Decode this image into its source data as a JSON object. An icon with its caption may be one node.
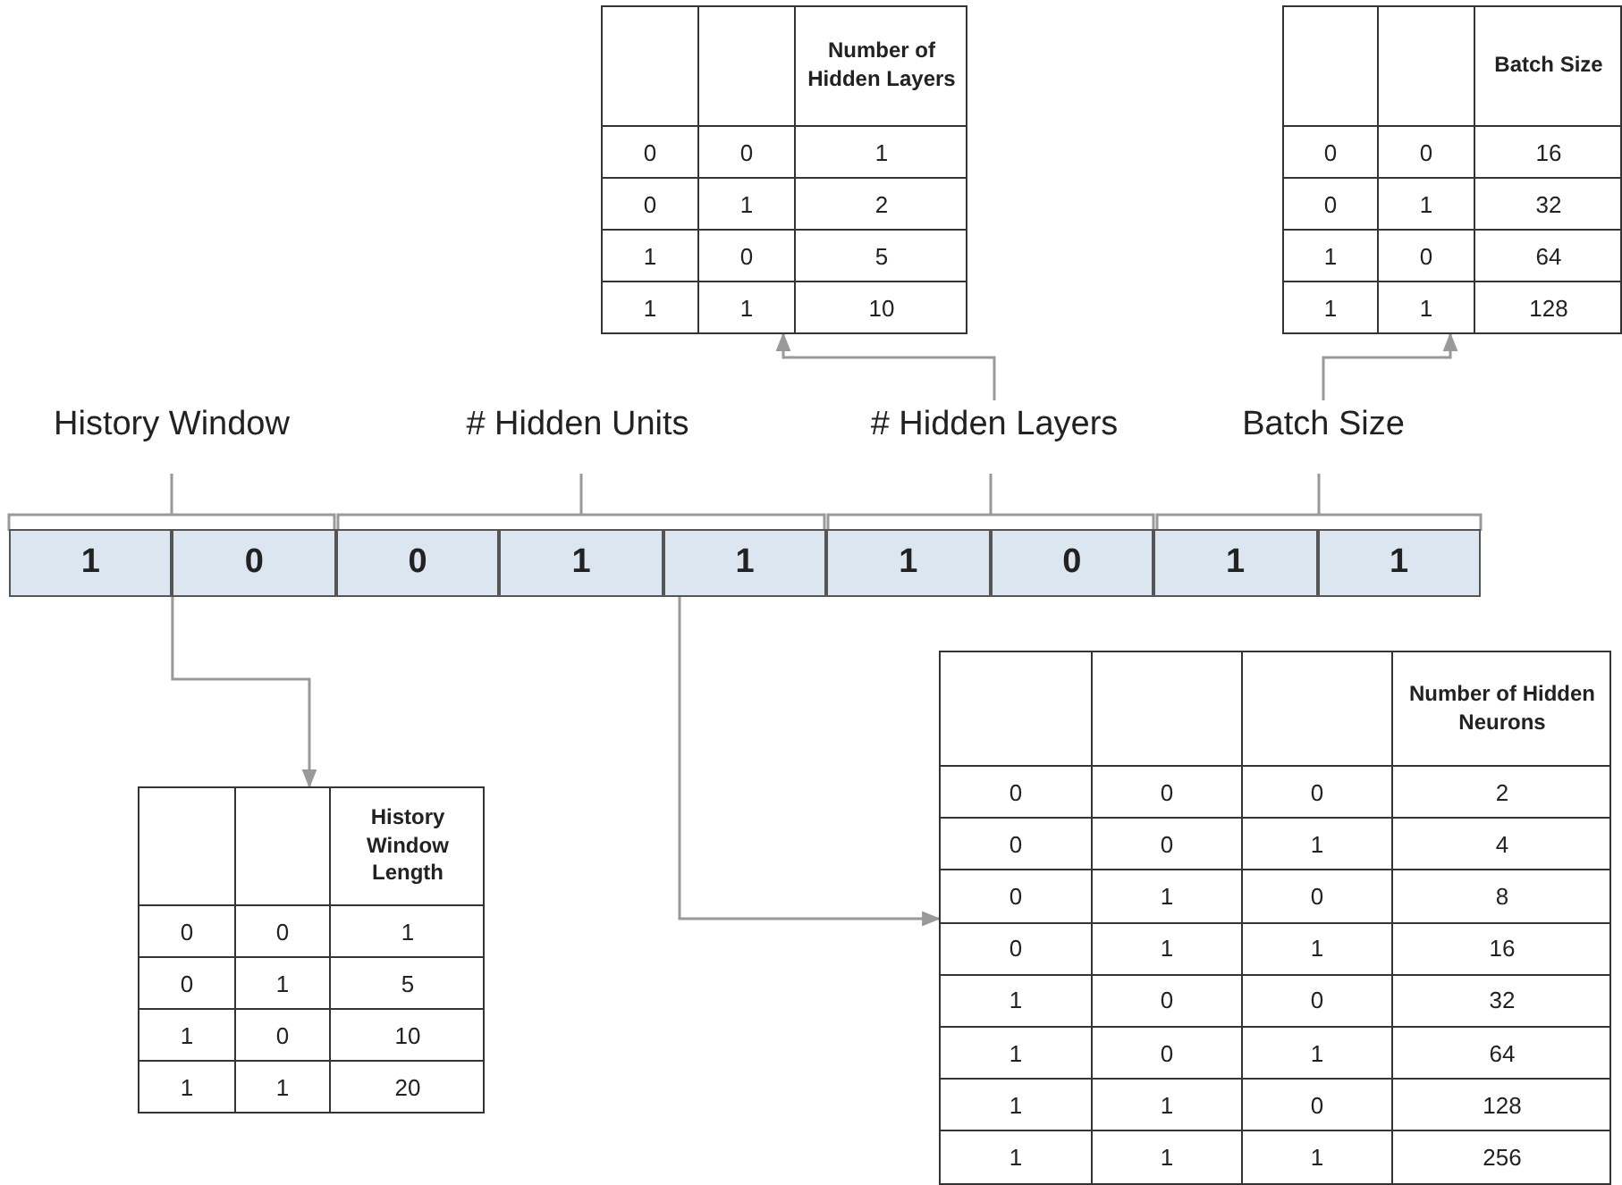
{
  "diagram": {
    "nodes": [
      {
        "text": [
          "History Window"
        ]
      },
      {
        "text": [
          "# Hidden Units"
        ]
      },
      {
        "text": [
          "# Hidden Layers"
        ]
      },
      {
        "text": [
          "Batch Size"
        ]
      },
      {
        "text": [
          "1"
        ]
      },
      {
        "text": [
          "0"
        ]
      },
      {
        "text": [
          "0"
        ]
      },
      {
        "text": [
          "1"
        ]
      },
      {
        "text": [
          "1"
        ]
      },
      {
        "text": [
          "1"
        ]
      },
      {
        "text": [
          "0"
        ]
      },
      {
        "text": [
          "1"
        ]
      },
      {
        "text": [
          "1"
        ]
      },
      {
        "text": [
          "Number of Hidden Layers",
          "0",
          "0",
          "1",
          "0",
          "1",
          "2",
          "1",
          "0",
          "5",
          "1",
          "1",
          "10"
        ]
      },
      {
        "text": [
          "Batch Size",
          "0",
          "0",
          "16",
          "0",
          "1",
          "32",
          "1",
          "0",
          "64",
          "1",
          "1",
          "128"
        ]
      },
      {
        "text": [
          "History Window Length",
          "0",
          "0",
          "1",
          "0",
          "1",
          "5",
          "1",
          "0",
          "10",
          "1",
          "1",
          "20"
        ]
      },
      {
        "text": [
          "Number of Hidden Neurons",
          "0",
          "0",
          "0",
          "2",
          "0",
          "0",
          "1",
          "4",
          "0",
          "1",
          "0",
          "8",
          "0",
          "1",
          "1",
          "16",
          "1",
          "0",
          "0",
          "32",
          "1",
          "0",
          "1",
          "64",
          "1",
          "1",
          "0",
          "128",
          "1",
          "1",
          "1",
          "256"
        ]
      }
    ],
    "edges": [
      {
        "from": 2,
        "to": 13,
        "arrow": "to"
      },
      {
        "from": 3,
        "to": 14,
        "arrow": "to"
      },
      {
        "from": 4,
        "to": 15,
        "arrow": "to"
      },
      {
        "from": 8,
        "to": 16,
        "arrow": "to"
      }
    ]
  }
}
